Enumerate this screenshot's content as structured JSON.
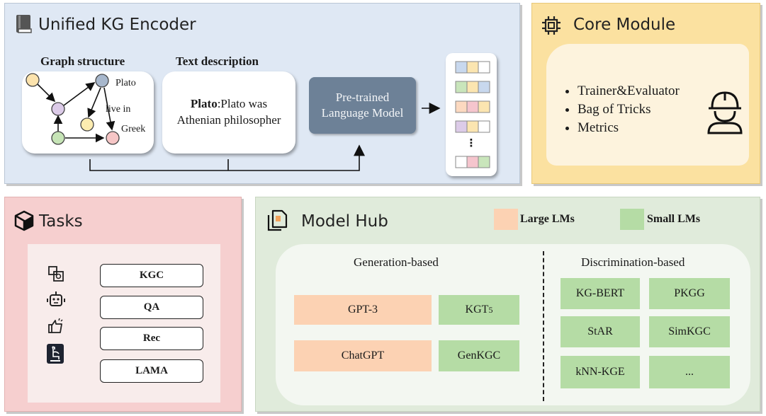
{
  "encoder": {
    "title": "Unified KG Encoder",
    "graph_heading": "Graph structure",
    "text_heading": "Text description",
    "graph_labels": {
      "plato": "Plato",
      "live_in": "live in",
      "greek": "Greek"
    },
    "text_bold": "Plato",
    "text_rest": ":Plato was",
    "text_line2": "Athenian philosopher",
    "plm_line1": "Pre-trained",
    "plm_line2": "Language Model",
    "ellipsis": "⋮"
  },
  "core": {
    "title": "Core Module",
    "items": [
      "Trainer&Evaluator",
      "Bag of Tricks",
      "Metrics"
    ]
  },
  "tasks": {
    "title": "Tasks",
    "items": [
      "KGC",
      "QA",
      "Rec",
      "LAMA"
    ]
  },
  "hub": {
    "title": "Model Hub",
    "legend_large": "Large LMs",
    "legend_small": "Small LMs",
    "gen_heading": "Generation-based",
    "disc_heading": "Discrimination-based",
    "gen_large": [
      "GPT-3",
      "ChatGPT"
    ],
    "gen_small_kgt": "KGT",
    "gen_small_kgt_sub": "5",
    "gen_small_genkgc": "GenKGC",
    "disc": [
      "KG-BERT",
      "PKGG",
      "StAR",
      "SimKGC",
      "kNN-KGE",
      "..."
    ]
  },
  "colors": {
    "encoder_bg": "#dfe8f4",
    "core_bg": "#fbe1a0",
    "tasks_bg": "#f6cfcf",
    "hub_bg": "#e0ebdb",
    "large_lm": "#fcd2b3",
    "small_lm": "#b5dca5",
    "plm_box": "#6d8197"
  },
  "icons": [
    "book-icon",
    "chip-icon",
    "cube-icon",
    "file-icon",
    "worker-icon",
    "graph-icon",
    "robot-icon",
    "thumbs-up-icon",
    "llama-icon"
  ]
}
